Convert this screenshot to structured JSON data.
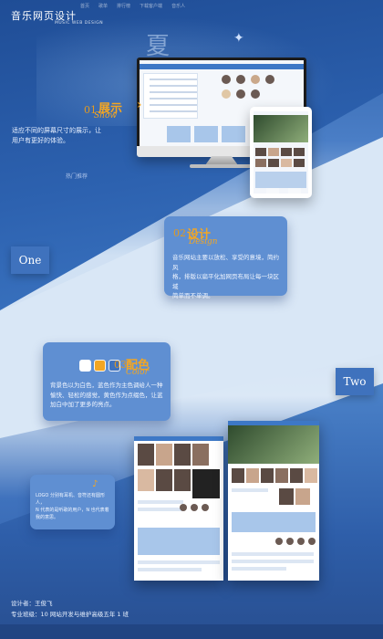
{
  "header": {
    "logo_cn": "音乐网页设计",
    "logo_en": "MUSIC WEB DESIGN",
    "nav": [
      "首页",
      "歌单",
      "排行榜",
      "下载客户端",
      "音乐人"
    ],
    "hero_title": "夏"
  },
  "sections": {
    "show": {
      "num": "01",
      "title_cn": "展示",
      "title_en": "Show",
      "desc": [
        "适应不同的屏幕尺寸的展示，让",
        "用户有更好的体验。"
      ]
    },
    "design": {
      "num": "02",
      "title_cn": "设计",
      "title_en": "Design",
      "desc": [
        "音乐网站主要以放松、享受的意境，简约风",
        "格，排版以扁平化加网页布局让每一块区域",
        "简单而不单调。"
      ]
    },
    "color": {
      "num": "03",
      "title_cn": "配色",
      "title_en": "Color",
      "swatches": [
        "#ffffff",
        "#f3a623",
        "#3f72bd"
      ],
      "desc": [
        "背景色以为白色，蓝色作为主色调给人一种",
        "愉快、轻松的感觉，黄色作为点缀色，让蓝",
        "加白中加了更多的亮点。"
      ]
    },
    "quote": {
      "desc": [
        "LOGO 分别有耳机、音符还有圆形人，",
        "N 代表的是听歌的用户，N 也代表着",
        "我的意思。"
      ]
    }
  },
  "tags": {
    "one": "One",
    "two": "Two"
  },
  "faded_label": "热门推荐",
  "footer": {
    "designer": "设计者：王俊飞",
    "class": "专业班级：10 网站开发与维护高级五年 1 班"
  },
  "colors": {
    "accent": "#f3a623",
    "brand": "#3f72bd",
    "card": "#5f8fd2"
  }
}
